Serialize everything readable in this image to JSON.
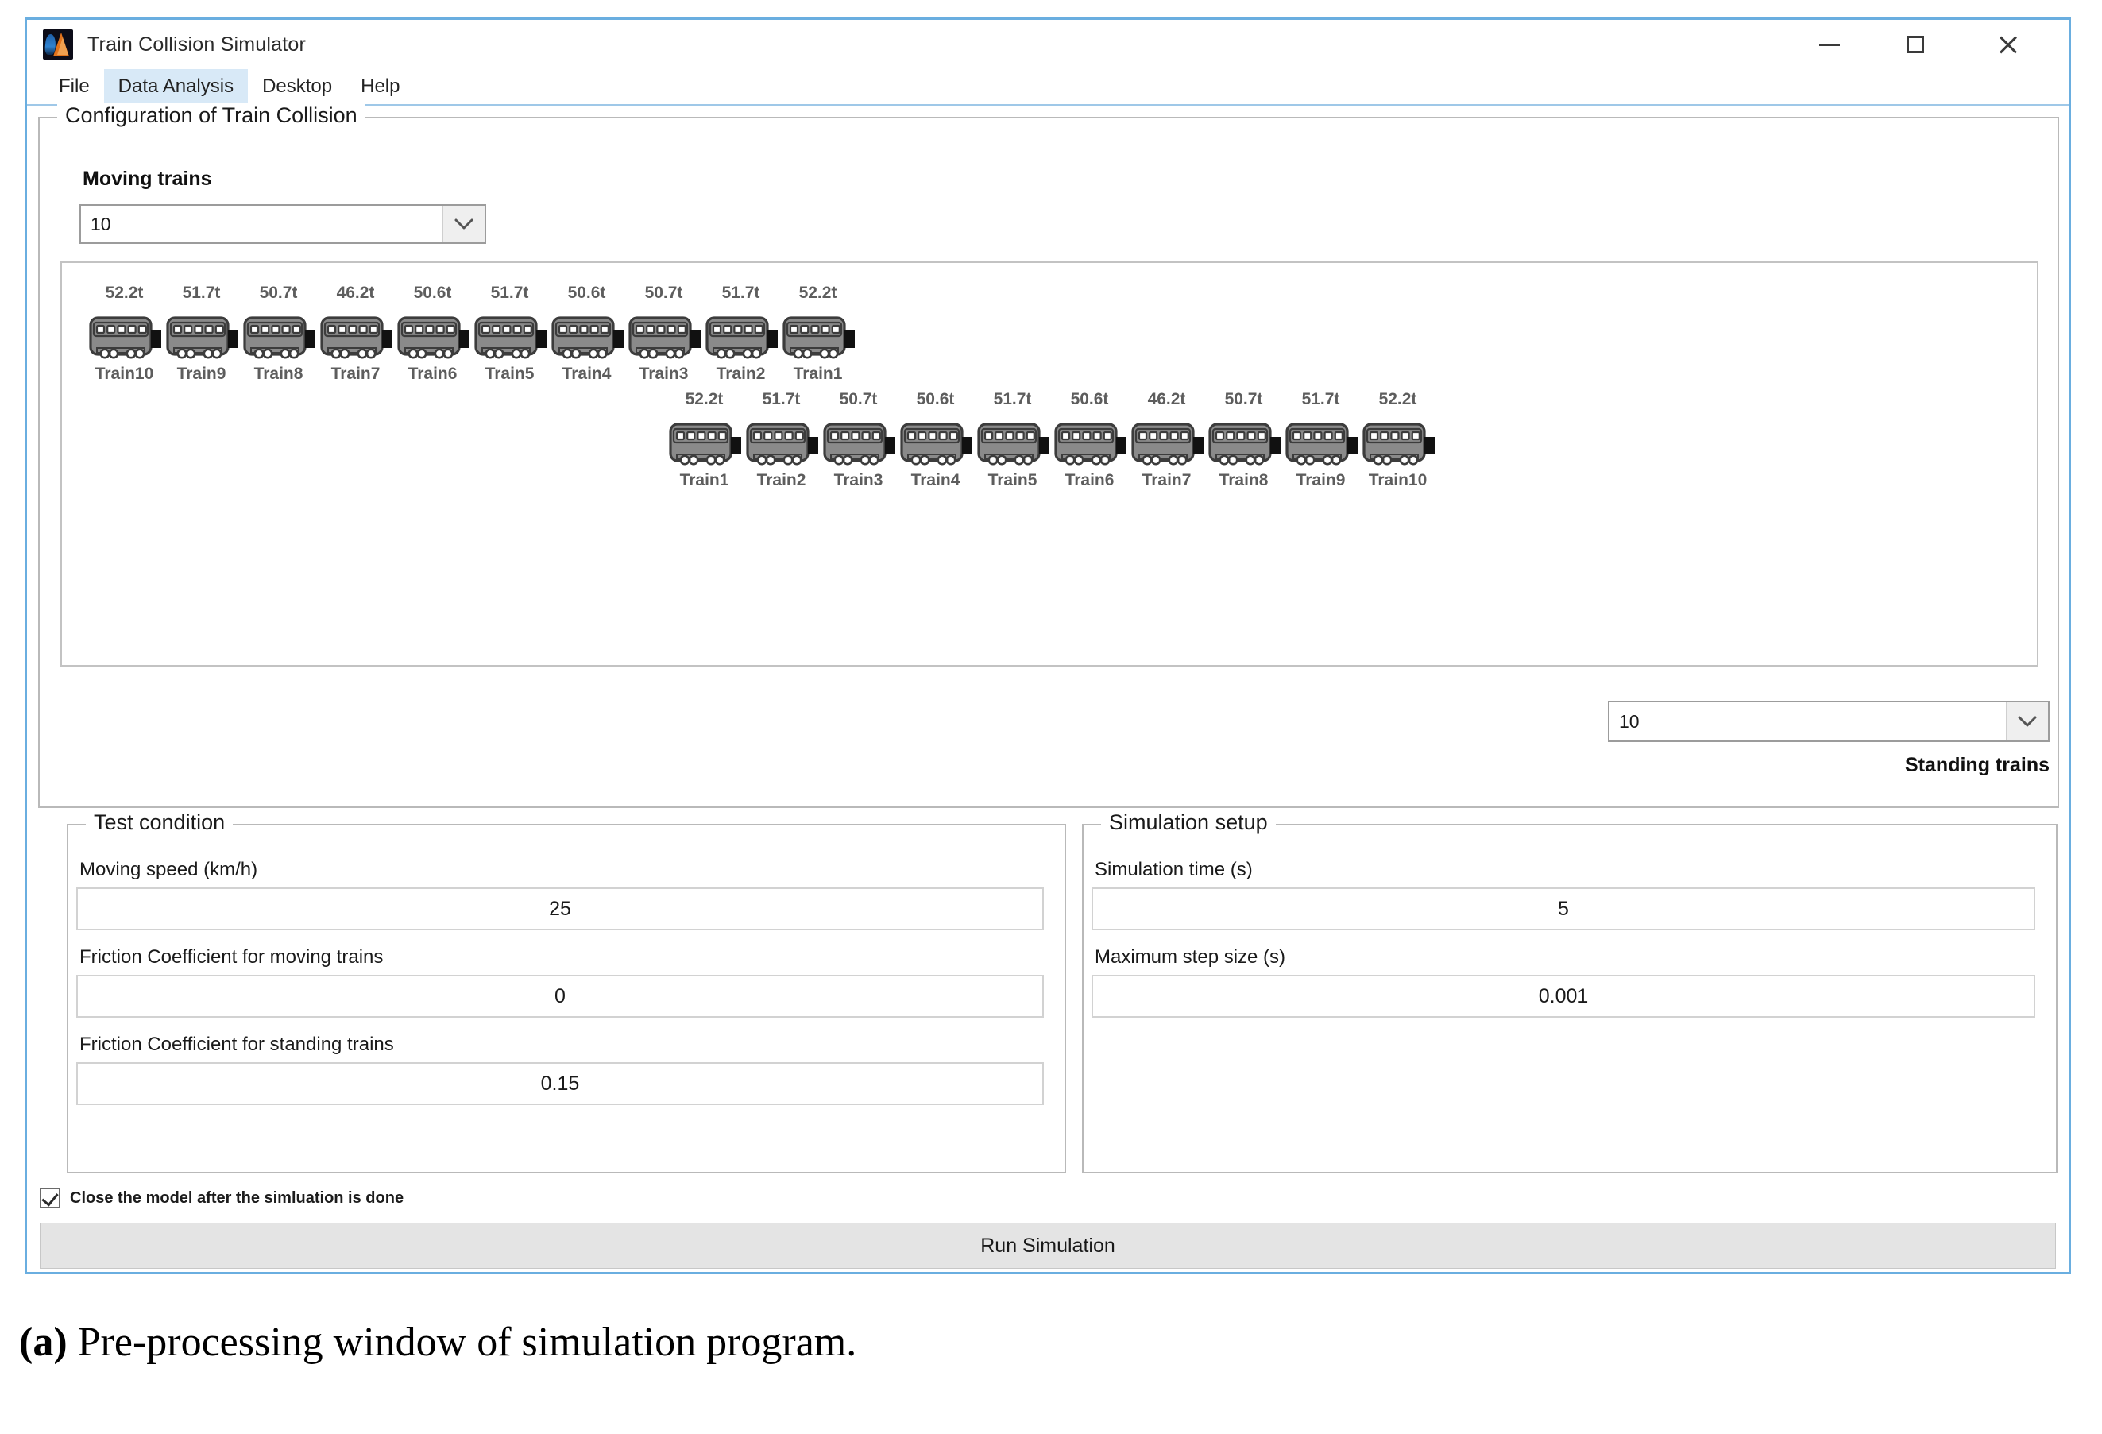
{
  "window": {
    "title": "Train Collision Simulator",
    "icon": "matlab-icon",
    "controls": {
      "minimize": "minimize-icon",
      "maximize": "maximize-icon",
      "close": "close-icon"
    }
  },
  "menu": {
    "items": [
      {
        "label": "File",
        "active": false
      },
      {
        "label": "Data Analysis",
        "active": true
      },
      {
        "label": "Desktop",
        "active": false
      },
      {
        "label": "Help",
        "active": false
      }
    ]
  },
  "config": {
    "title": "Configuration of Train Collision",
    "moving_label": "Moving trains",
    "moving_count_value": "10",
    "standing_label": "Standing trains",
    "standing_count_value": "10",
    "moving_trains": [
      {
        "name": "Train10",
        "weight": "52.2t"
      },
      {
        "name": "Train9",
        "weight": "51.7t"
      },
      {
        "name": "Train8",
        "weight": "50.7t"
      },
      {
        "name": "Train7",
        "weight": "46.2t"
      },
      {
        "name": "Train6",
        "weight": "50.6t"
      },
      {
        "name": "Train5",
        "weight": "51.7t"
      },
      {
        "name": "Train4",
        "weight": "50.6t"
      },
      {
        "name": "Train3",
        "weight": "50.7t"
      },
      {
        "name": "Train2",
        "weight": "51.7t"
      },
      {
        "name": "Train1",
        "weight": "52.2t"
      }
    ],
    "standing_trains": [
      {
        "name": "Train1",
        "weight": "52.2t"
      },
      {
        "name": "Train2",
        "weight": "51.7t"
      },
      {
        "name": "Train3",
        "weight": "50.7t"
      },
      {
        "name": "Train4",
        "weight": "50.6t"
      },
      {
        "name": "Train5",
        "weight": "51.7t"
      },
      {
        "name": "Train6",
        "weight": "50.6t"
      },
      {
        "name": "Train7",
        "weight": "46.2t"
      },
      {
        "name": "Train8",
        "weight": "50.7t"
      },
      {
        "name": "Train9",
        "weight": "51.7t"
      },
      {
        "name": "Train10",
        "weight": "52.2t"
      }
    ]
  },
  "test_condition": {
    "title": "Test condition",
    "moving_speed_label": "Moving speed (km/h)",
    "moving_speed_value": "25",
    "friction_moving_label": "Friction Coefficient for moving trains",
    "friction_moving_value": "0",
    "friction_standing_label": "Friction Coefficient for standing trains",
    "friction_standing_value": "0.15"
  },
  "simulation_setup": {
    "title": "Simulation setup",
    "sim_time_label": "Simulation time (s)",
    "sim_time_value": "5",
    "step_size_label": "Maximum step size (s)",
    "step_size_value": "0.001"
  },
  "footer": {
    "close_checkbox_label": "Close the model after the simluation is done",
    "close_checkbox_checked": true,
    "run_button_label": "Run Simulation"
  },
  "caption": {
    "label": "(a)",
    "text": " Pre-processing window of simulation program."
  },
  "colors": {
    "window_border": "#6aaee0",
    "menu_active_bg": "#d8e9f7",
    "train_body": "#8a8a8a",
    "train_outline": "#3c3c3c",
    "button_bg": "#e4e4e4"
  }
}
